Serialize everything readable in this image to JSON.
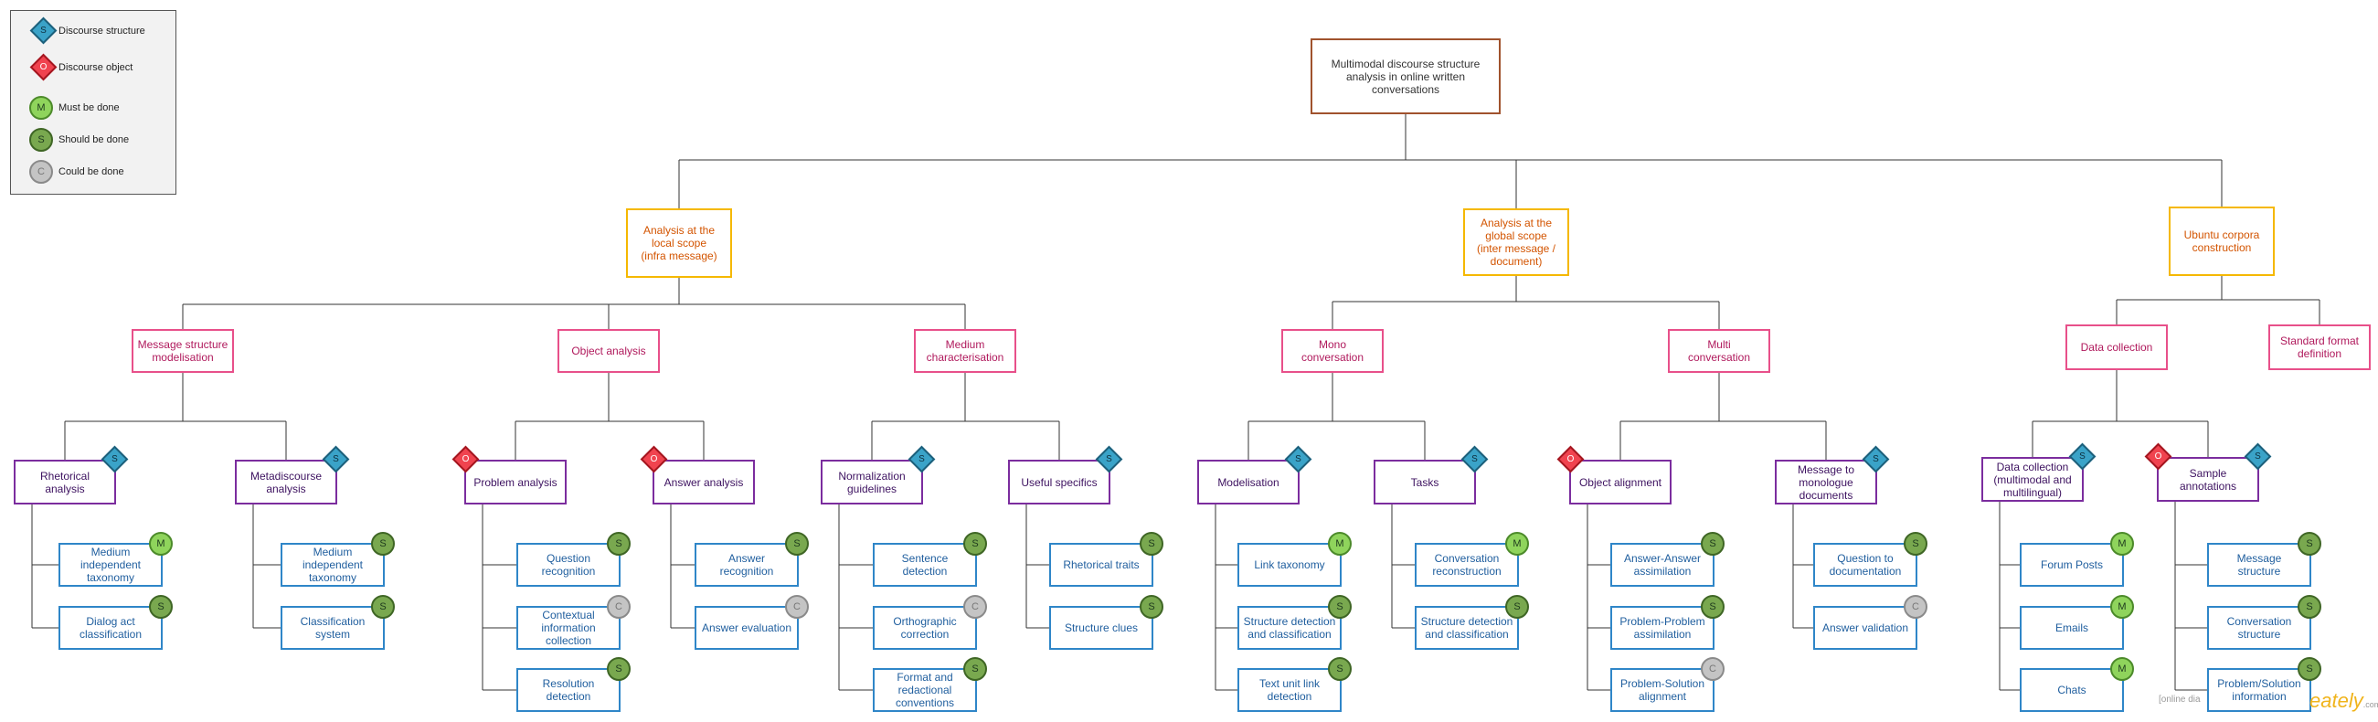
{
  "root": {
    "label": "Multimodal discourse structure\nanalysis in online written\nconversations"
  },
  "level1": [
    {
      "id": "local",
      "label": "Analysis at the\nlocal scope\n(infra message)"
    },
    {
      "id": "global",
      "label": "Analysis at the\nglobal scope\n(inter message /\ndocument)"
    },
    {
      "id": "ubuntu",
      "label": "Ubuntu corpora\nconstruction"
    }
  ],
  "level2": [
    {
      "id": "msm",
      "label": "Message structure\nmodelisation"
    },
    {
      "id": "oa",
      "label": "Object analysis"
    },
    {
      "id": "mc",
      "label": "Medium\ncharacterisation"
    },
    {
      "id": "mono",
      "label": "Mono\nconversation"
    },
    {
      "id": "multi",
      "label": "Multi\nconversation"
    },
    {
      "id": "dc",
      "label": "Data collection"
    },
    {
      "id": "sfd",
      "label": "Standard format\ndefinition"
    }
  ],
  "level3": [
    {
      "id": "rhet",
      "label": "Rhetorical\nanalysis",
      "marker": "S"
    },
    {
      "id": "meta",
      "label": "Metadiscourse\nanalysis",
      "marker": "S"
    },
    {
      "id": "prob",
      "label": "Problem analysis",
      "marker": "O"
    },
    {
      "id": "ans",
      "label": "Answer analysis",
      "marker": "O"
    },
    {
      "id": "norm",
      "label": "Normalization\nguidelines",
      "marker": "S"
    },
    {
      "id": "usef",
      "label": "Useful specifics",
      "marker": "S"
    },
    {
      "id": "model",
      "label": "Modelisation",
      "marker": "S"
    },
    {
      "id": "tasks",
      "label": "Tasks",
      "marker": "S"
    },
    {
      "id": "objal",
      "label": "Object alignment",
      "marker": "O"
    },
    {
      "id": "m2m",
      "label": "Message to\nmonologue\ndocuments",
      "marker": "S"
    },
    {
      "id": "dcm",
      "label": "Data collection\n(multimodal and\nmultilingual)",
      "marker": "S"
    },
    {
      "id": "sample",
      "label": "Sample\nannotations",
      "marker": "O",
      "marker2": "S"
    }
  ],
  "leaves": [
    {
      "parent": "rhet",
      "label": "Medium\nindependent\ntaxonomy",
      "priority": "M"
    },
    {
      "parent": "rhet",
      "label": "Dialog act\nclassification",
      "priority": "S"
    },
    {
      "parent": "meta",
      "label": "Medium\nindependent\ntaxonomy",
      "priority": "S"
    },
    {
      "parent": "meta",
      "label": "Classification\nsystem",
      "priority": "S"
    },
    {
      "parent": "prob",
      "label": "Question\nrecognition",
      "priority": "S"
    },
    {
      "parent": "prob",
      "label": "Contextual\ninformation\ncollection",
      "priority": "C"
    },
    {
      "parent": "prob",
      "label": "Resolution\ndetection",
      "priority": "S"
    },
    {
      "parent": "ans",
      "label": "Answer\nrecognition",
      "priority": "S"
    },
    {
      "parent": "ans",
      "label": "Answer evaluation",
      "priority": "C"
    },
    {
      "parent": "norm",
      "label": "Sentence\ndetection",
      "priority": "S"
    },
    {
      "parent": "norm",
      "label": "Orthographic\ncorrection",
      "priority": "C"
    },
    {
      "parent": "norm",
      "label": "Format and\nredactional\nconventions",
      "priority": "S"
    },
    {
      "parent": "usef",
      "label": "Rhetorical traits",
      "priority": "S"
    },
    {
      "parent": "usef",
      "label": "Structure clues",
      "priority": "S"
    },
    {
      "parent": "model",
      "label": "Link taxonomy",
      "priority": "M"
    },
    {
      "parent": "model",
      "label": "Structure detection\nand classification",
      "priority": "S"
    },
    {
      "parent": "model",
      "label": "Text unit link\ndetection",
      "priority": "S"
    },
    {
      "parent": "tasks",
      "label": "Conversation\nreconstruction",
      "priority": "M"
    },
    {
      "parent": "tasks",
      "label": "Structure detection\nand classification",
      "priority": "S"
    },
    {
      "parent": "objal",
      "label": "Answer-Answer\nassimilation",
      "priority": "S"
    },
    {
      "parent": "objal",
      "label": "Problem-Problem\nassimilation",
      "priority": "S"
    },
    {
      "parent": "objal",
      "label": "Problem-Solution\nalignment",
      "priority": "C"
    },
    {
      "parent": "m2m",
      "label": "Question to\ndocumentation",
      "priority": "S"
    },
    {
      "parent": "m2m",
      "label": "Answer validation",
      "priority": "C"
    },
    {
      "parent": "dcm",
      "label": "Forum Posts",
      "priority": "M"
    },
    {
      "parent": "dcm",
      "label": "Emails",
      "priority": "M"
    },
    {
      "parent": "dcm",
      "label": "Chats",
      "priority": "M"
    },
    {
      "parent": "sample",
      "label": "Message\nstructure",
      "priority": "S"
    },
    {
      "parent": "sample",
      "label": "Conversation\nstructure",
      "priority": "S"
    },
    {
      "parent": "sample",
      "label": "Problem/Solution\ninformation",
      "priority": "S"
    }
  ],
  "legend": [
    {
      "kind": "structure",
      "symbol": "S",
      "label": "Discourse structure"
    },
    {
      "kind": "object",
      "symbol": "O",
      "label": "Discourse object"
    },
    {
      "kind": "must",
      "symbol": "M",
      "label": "Must be done"
    },
    {
      "kind": "should",
      "symbol": "S",
      "label": "Should be done"
    },
    {
      "kind": "could",
      "symbol": "C",
      "label": "Could be done"
    }
  ],
  "watermark": "[online dia",
  "brand": "eately",
  "brand_suffix": ".com",
  "colors": {
    "root_border": "#a0522d",
    "level1_border": "#f5b800",
    "level2_border": "#e8508a",
    "level3_border": "#7b2d9e",
    "leaf_border": "#2f86c8",
    "must": "#8fd45c",
    "should": "#79a84f",
    "could": "#c4c4c4",
    "structure": "#3aa3c8",
    "object": "#f0434f"
  }
}
